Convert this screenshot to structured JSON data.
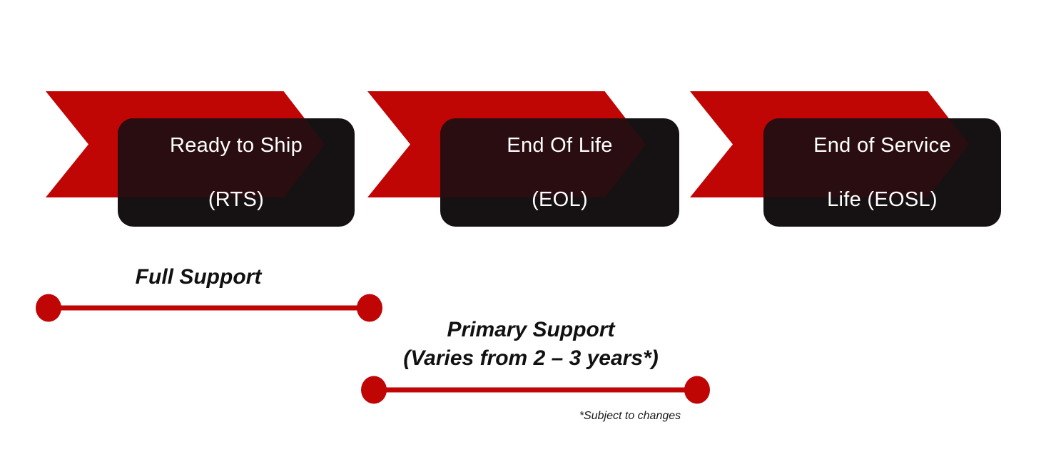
{
  "title": "Product lifecycle support diagram",
  "colors": {
    "red": "#c00505",
    "box_bg": "#161213",
    "arrow_tint": "#2a0d10",
    "stage_text": "#ffffff",
    "label_text": "#111111"
  },
  "stages": [
    {
      "line1": "Ready to Ship",
      "line2": "(RTS)"
    },
    {
      "line1": "End Of Life",
      "line2": "(EOL)"
    },
    {
      "line1": "End of Service",
      "line2": "Life (EOSL)"
    }
  ],
  "timelines": [
    {
      "label": "Full Support",
      "sublabel": ""
    },
    {
      "label": "Primary Support",
      "sublabel": "(Varies from 2 – 3 years*)"
    }
  ],
  "footnote": "*Subject to changes"
}
